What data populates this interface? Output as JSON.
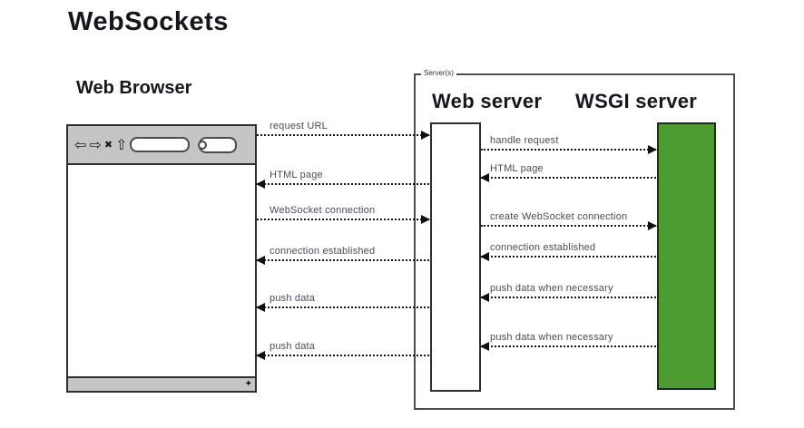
{
  "title": "WebSockets",
  "colors": {
    "wsgi_server_green": "#4c9c32",
    "browser_chrome_gray": "#c5c5c5"
  },
  "browser": {
    "label": "Web Browser",
    "icons": {
      "back": "⇦",
      "forward": "⇨",
      "stop": "✖",
      "home": "⇧",
      "resize": "✦"
    }
  },
  "server_group": {
    "tag": "Server(s)",
    "web_server_label": "Web server",
    "wsgi_server_label": "WSGI server"
  },
  "browser_messages": [
    {
      "label": "request URL",
      "direction": "right"
    },
    {
      "label": "HTML page",
      "direction": "left"
    },
    {
      "label": "WebSocket connection",
      "direction": "right"
    },
    {
      "label": "connection established",
      "direction": "left"
    },
    {
      "label": "push data",
      "direction": "left"
    },
    {
      "label": "push data",
      "direction": "left"
    }
  ],
  "server_messages": [
    {
      "label": "handle request",
      "direction": "right"
    },
    {
      "label": "HTML page",
      "direction": "left"
    },
    {
      "label": "create WebSocket connection",
      "direction": "right"
    },
    {
      "label": "connection established",
      "direction": "left"
    },
    {
      "label": "push data when necessary",
      "direction": "left"
    },
    {
      "label": "push data when necessary",
      "direction": "left"
    }
  ]
}
